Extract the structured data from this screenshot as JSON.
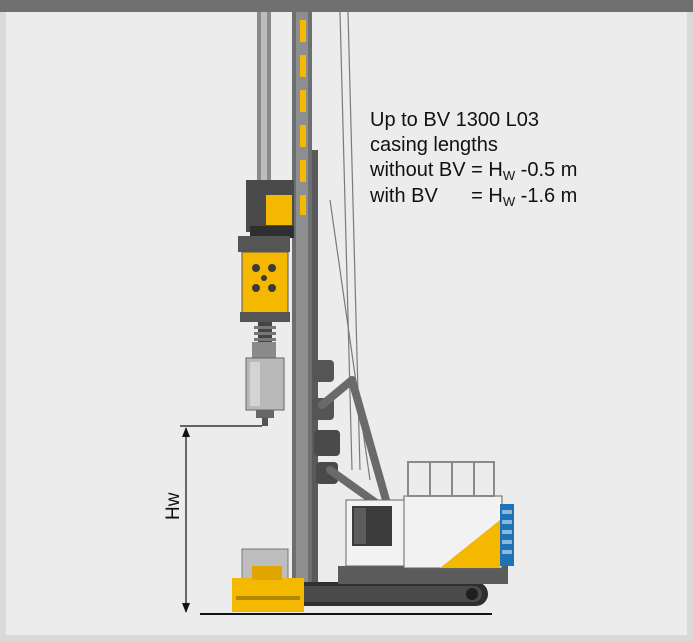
{
  "notes": {
    "line1": "Up to BV 1300 L03",
    "line2": "casing lengths",
    "line3_prefix": "without BV = H",
    "line3_sub": "W",
    "line3_suffix": " -0.5 m",
    "line4_prefix": "with BV      = H",
    "line4_sub": "W",
    "line4_suffix": " -1.6 m"
  },
  "dimension": {
    "label": "Hw"
  },
  "colors": {
    "accent": "#f5b800",
    "body": "#f2f2f2",
    "mast": "#6d6e70",
    "blue": "#1e73b7",
    "dark": "#3a3a3a"
  }
}
